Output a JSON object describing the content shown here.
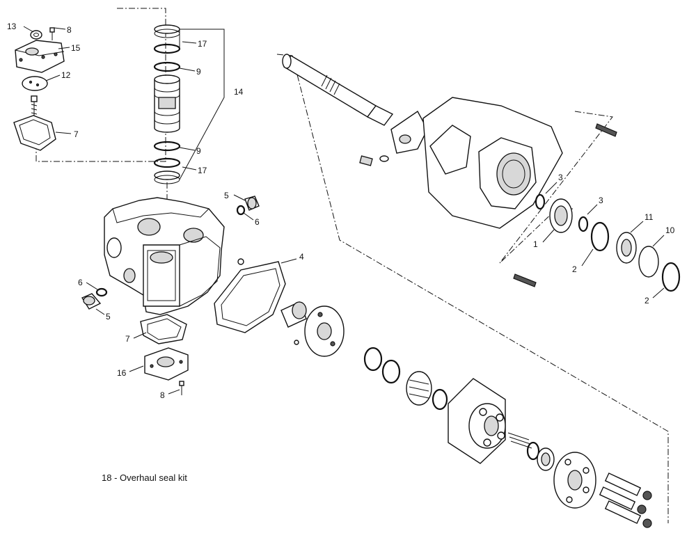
{
  "callouts": [
    {
      "id": "c13",
      "text": "13"
    },
    {
      "id": "c8a",
      "text": "8"
    },
    {
      "id": "c15",
      "text": "15"
    },
    {
      "id": "c12",
      "text": "12"
    },
    {
      "id": "c7a",
      "text": "7"
    },
    {
      "id": "c17a",
      "text": "17"
    },
    {
      "id": "c9a",
      "text": "9"
    },
    {
      "id": "c14",
      "text": "14"
    },
    {
      "id": "c9b",
      "text": "9"
    },
    {
      "id": "c17b",
      "text": "17"
    },
    {
      "id": "c5a",
      "text": "5"
    },
    {
      "id": "c6a",
      "text": "6"
    },
    {
      "id": "c4",
      "text": "4"
    },
    {
      "id": "c6b",
      "text": "6"
    },
    {
      "id": "c5b",
      "text": "5"
    },
    {
      "id": "c7b",
      "text": "7"
    },
    {
      "id": "c16",
      "text": "16"
    },
    {
      "id": "c8b",
      "text": "8"
    },
    {
      "id": "c3a",
      "text": "3"
    },
    {
      "id": "c3b",
      "text": "3"
    },
    {
      "id": "c11",
      "text": "11"
    },
    {
      "id": "c10",
      "text": "10"
    },
    {
      "id": "c1",
      "text": "1"
    },
    {
      "id": "c2a",
      "text": "2"
    },
    {
      "id": "c2b",
      "text": "2"
    }
  ],
  "caption": "18 - Overhaul seal kit"
}
